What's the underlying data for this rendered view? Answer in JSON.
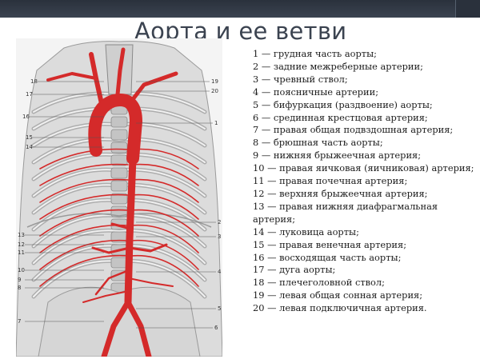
{
  "slide": {
    "title": "Аорта и ее ветви"
  },
  "figure": {
    "numbers": [
      "1",
      "2",
      "3",
      "4",
      "5",
      "6",
      "7",
      "8",
      "9",
      "10",
      "11",
      "12",
      "13",
      "14",
      "15",
      "16",
      "17",
      "18",
      "19",
      "20"
    ]
  },
  "legend": {
    "items": [
      "1 — грудная часть аорты;",
      "2 — задние межреберные артерии;",
      "3 — чревный ствол;",
      "4 — поясничные артерии;",
      "5 — бифуркация (раздвоение) аорты;",
      "6 — срединная крестцовая артерия;",
      "7 — правая общая подвздошная артерия;",
      "8 — брюшная часть аорты;",
      "9 — нижняя брыжеечная артерия;",
      "10 — правая яичковая (яичниковая) артерия;",
      "11 — правая почечная артерия;",
      "12 — верхняя брыжеечная артерия;",
      "13 — правая нижняя диафрагмальная артерия;",
      "14 — луковица аорты;",
      "15 — правая венечная артерия;",
      "16 — восходящая часть аорты;",
      "17 — дуга аорты;",
      "18 — плечеголовной ствол;",
      "19 — левая общая сонная артерия;",
      "20 — левая подключичная артерия."
    ]
  },
  "colors": {
    "artery": "#d42a2a",
    "bone": "#e6e6e6",
    "rib_shadow": "#8c8c8c",
    "title": "#3b4350",
    "topbar": "#2a313c"
  }
}
